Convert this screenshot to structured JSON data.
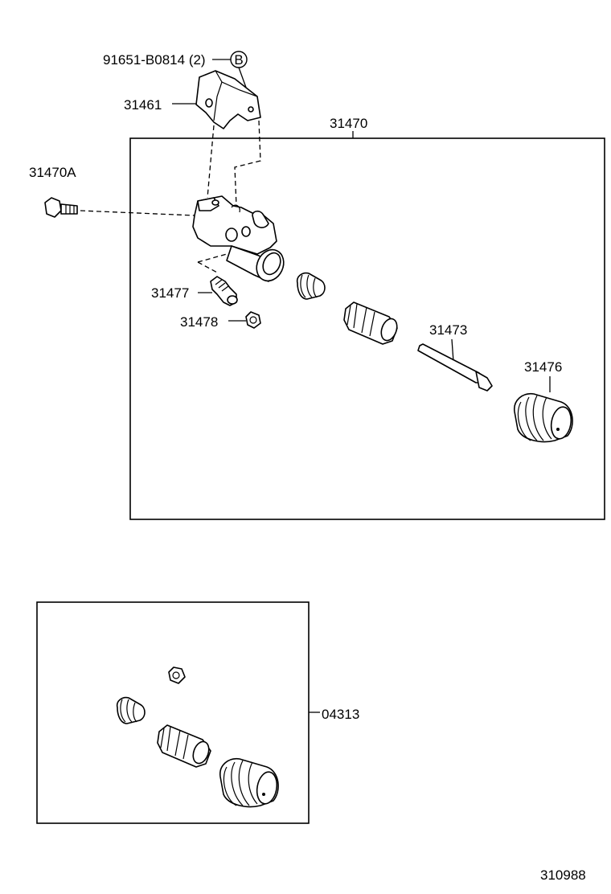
{
  "diagram": {
    "labels": {
      "bolt_ref": "91651-B0814 (2)",
      "ref_marker": "B",
      "bracket": "31461",
      "assembly": "31470",
      "bolt_a": "31470A",
      "bleeder": "31477",
      "cap": "31478",
      "pushrod": "31473",
      "boot": "31476",
      "kit": "04313",
      "figure_id": "310988"
    }
  }
}
